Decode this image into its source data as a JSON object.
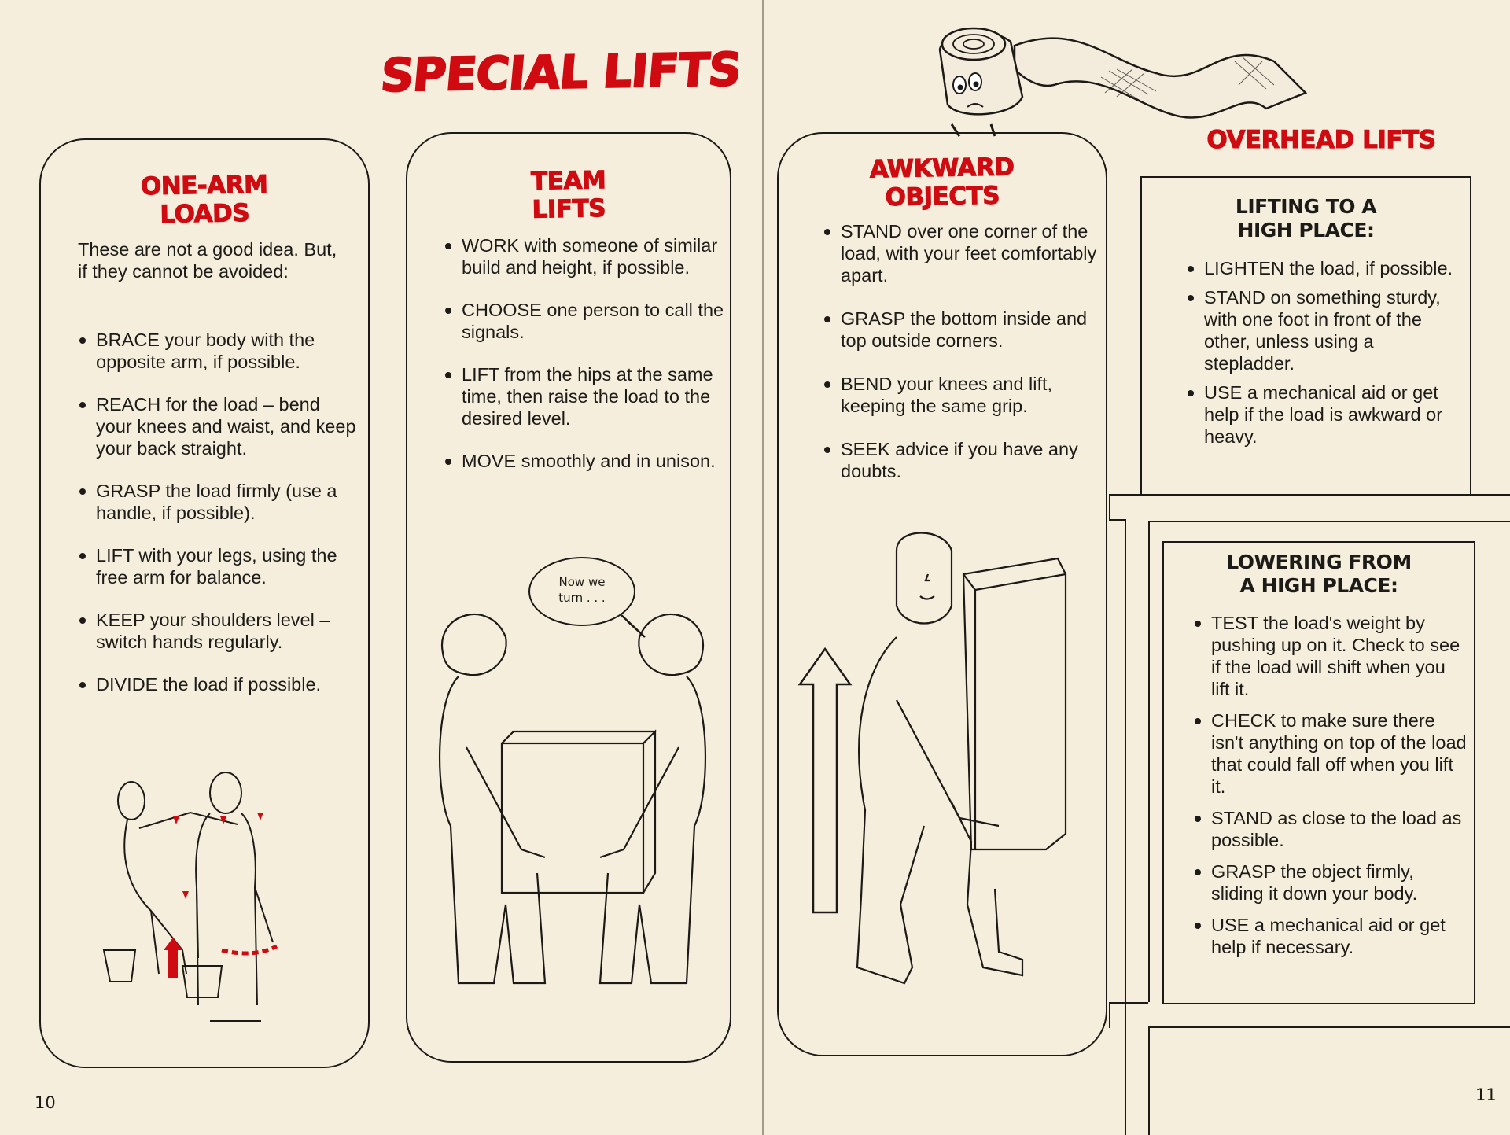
{
  "page": {
    "title": "SPECIAL LIFTS",
    "page_left": "10",
    "page_right": "11",
    "accent_color": "#cf0a10"
  },
  "one_arm": {
    "heading_line1": "ONE-ARM",
    "heading_line2": "LOADS",
    "intro": "These are not a good idea. But, if they cannot be avoided:",
    "items": [
      "BRACE your body with the opposite arm, if possible.",
      "REACH for the load – bend your knees and waist, and keep your back straight.",
      "GRASP the load firmly (use a handle, if possible).",
      "LIFT with your legs, using the free arm for balance.",
      "KEEP your shoulders level – switch hands regularly.",
      "DIVIDE the load if possible."
    ]
  },
  "team": {
    "heading_line1": "TEAM",
    "heading_line2": "LIFTS",
    "items": [
      "WORK with someone of similar build and height, if possible.",
      "CHOOSE one person to call the signals.",
      "LIFT from the hips at the same time, then raise the load to the desired level.",
      "MOVE smoothly and in unison."
    ],
    "speech_line1": "Now we",
    "speech_line2": "turn . . ."
  },
  "awkward": {
    "heading_line1": "AWKWARD",
    "heading_line2": "OBJECTS",
    "items": [
      "STAND over one corner of the load, with your feet comfortably apart.",
      "GRASP the bottom inside and top outside corners.",
      "BEND your knees and lift, keeping the same grip.",
      "SEEK advice if you have any doubts."
    ]
  },
  "overhead": {
    "heading": "OVERHEAD LIFTS",
    "lifting": {
      "heading_line1": "LIFTING TO A",
      "heading_line2": "HIGH PLACE:",
      "items": [
        "LIGHTEN the load, if possible.",
        "STAND on something sturdy, with one foot in front of the other, unless using a stepladder.",
        "USE a mechanical aid or get help if the load is awkward or heavy."
      ]
    },
    "lowering": {
      "heading_line1": "LOWERING FROM",
      "heading_line2": "A HIGH PLACE:",
      "items": [
        "TEST the load's weight by pushing up on it. Check to see if the load will shift when you lift it.",
        "CHECK to make sure there isn't anything on top of the load that could fall off when you lift it.",
        "STAND as close to the load as possible.",
        "GRASP the object firmly, sliding it down your body.",
        "USE a mechanical aid or get help if necessary."
      ]
    }
  },
  "icons": {
    "mascot": "log-mascot-with-scroll-icon",
    "one_arm_figures": "bucket-carrier-figures-icon",
    "team_figures": "two-person-box-lift-icon",
    "awkward_figure": "person-lifting-tall-box-icon",
    "up_arrow": "up-arrow-icon"
  }
}
